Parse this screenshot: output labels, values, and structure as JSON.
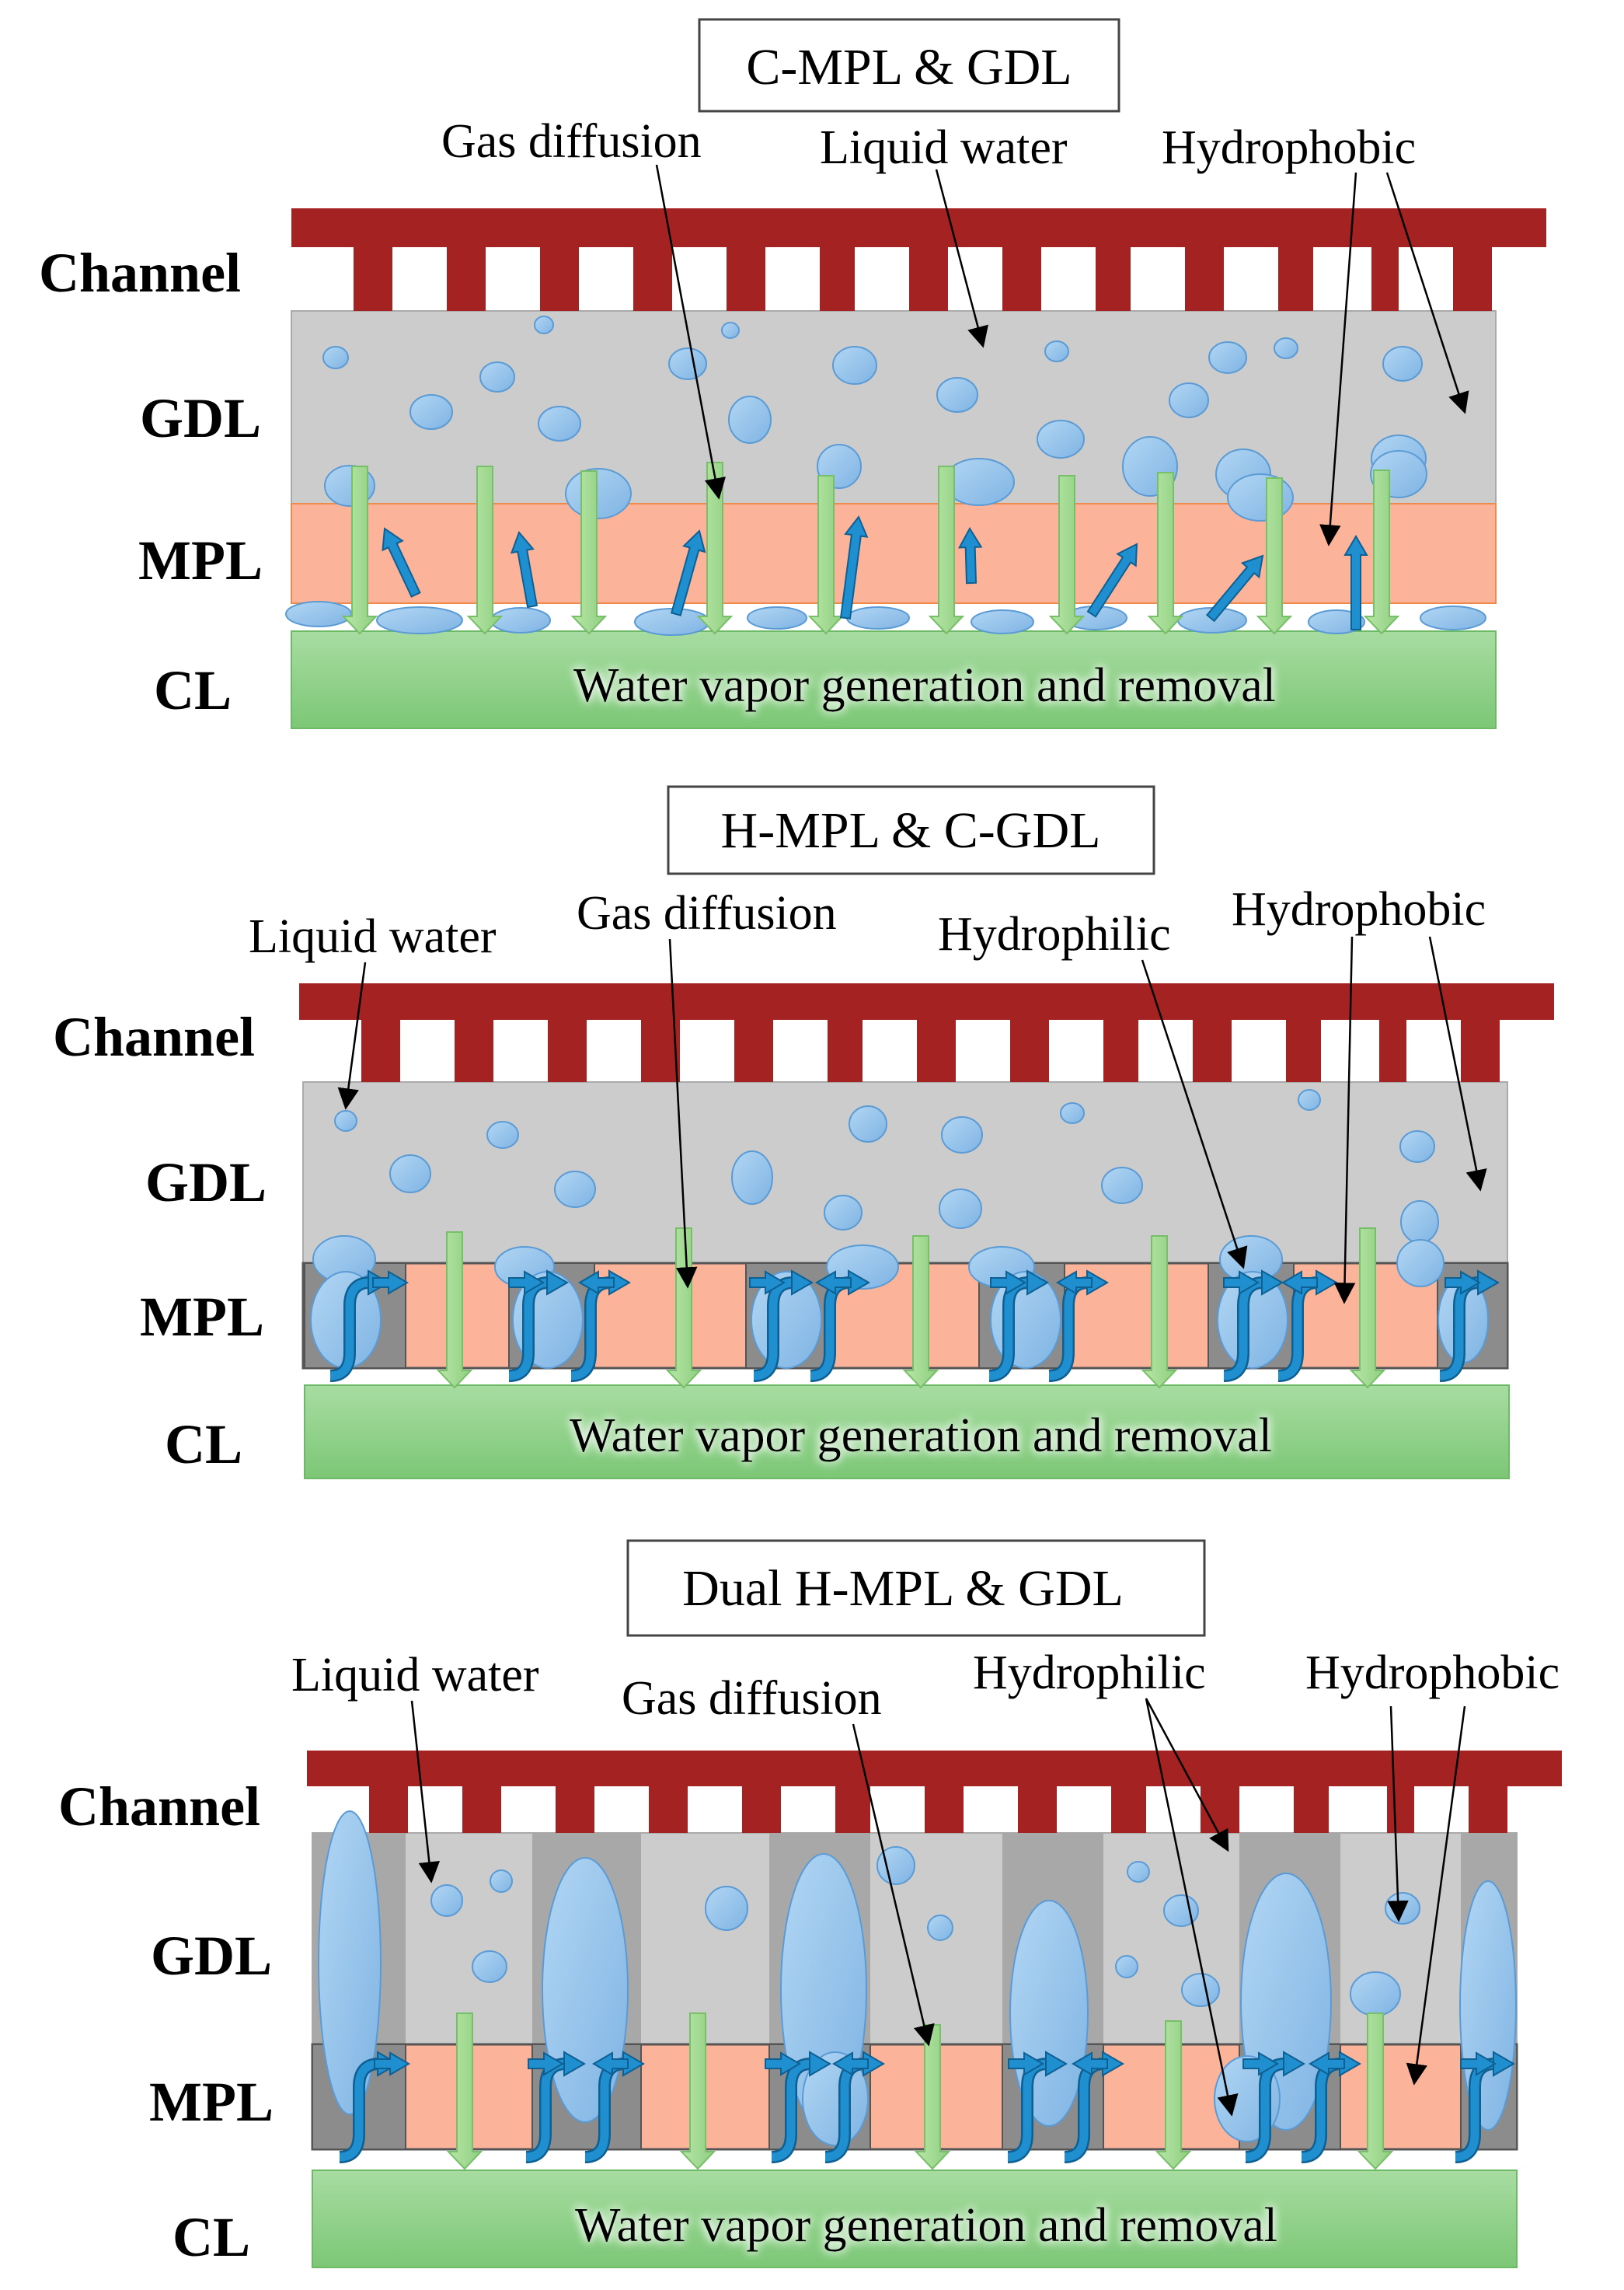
{
  "panels": [
    {
      "title": "C-MPL & GDL",
      "annotations": [
        "Gas diffusion",
        "Liquid water",
        "Hydrophobic"
      ],
      "layers": {
        "channel": "Channel",
        "gdl": "GDL",
        "mpl": "MPL",
        "cl": "CL"
      },
      "cl_text": "Water vapor generation and removal"
    },
    {
      "title": "H-MPL & C-GDL",
      "annotations": [
        "Liquid water",
        "Gas diffusion",
        "Hydrophilic",
        "Hydrophobic"
      ],
      "layers": {
        "channel": "Channel",
        "gdl": "GDL",
        "mpl": "MPL",
        "cl": "CL"
      },
      "cl_text": "Water vapor generation and removal"
    },
    {
      "title": "Dual H-MPL & GDL",
      "annotations": [
        "Liquid water",
        "Gas diffusion",
        "Hydrophilic",
        "Hydrophobic"
      ],
      "layers": {
        "channel": "Channel",
        "gdl": "GDL",
        "mpl": "MPL",
        "cl": "CL"
      },
      "cl_text": "Water vapor generation and removal"
    }
  ],
  "colors": {
    "channel": "#a52222",
    "gdl": "#cccccc",
    "gdl_hydrophilic": "#a8a8a8",
    "mpl": "#fbb49a",
    "mpl_hydrophilic": "#8c8c8c",
    "cl": "#8fd18a",
    "droplet": "#8ec1ec",
    "droplet_stroke": "#5b9bd5",
    "water_arrow": "#1f8fd0",
    "gas_arrow": "#a9dc9a"
  }
}
